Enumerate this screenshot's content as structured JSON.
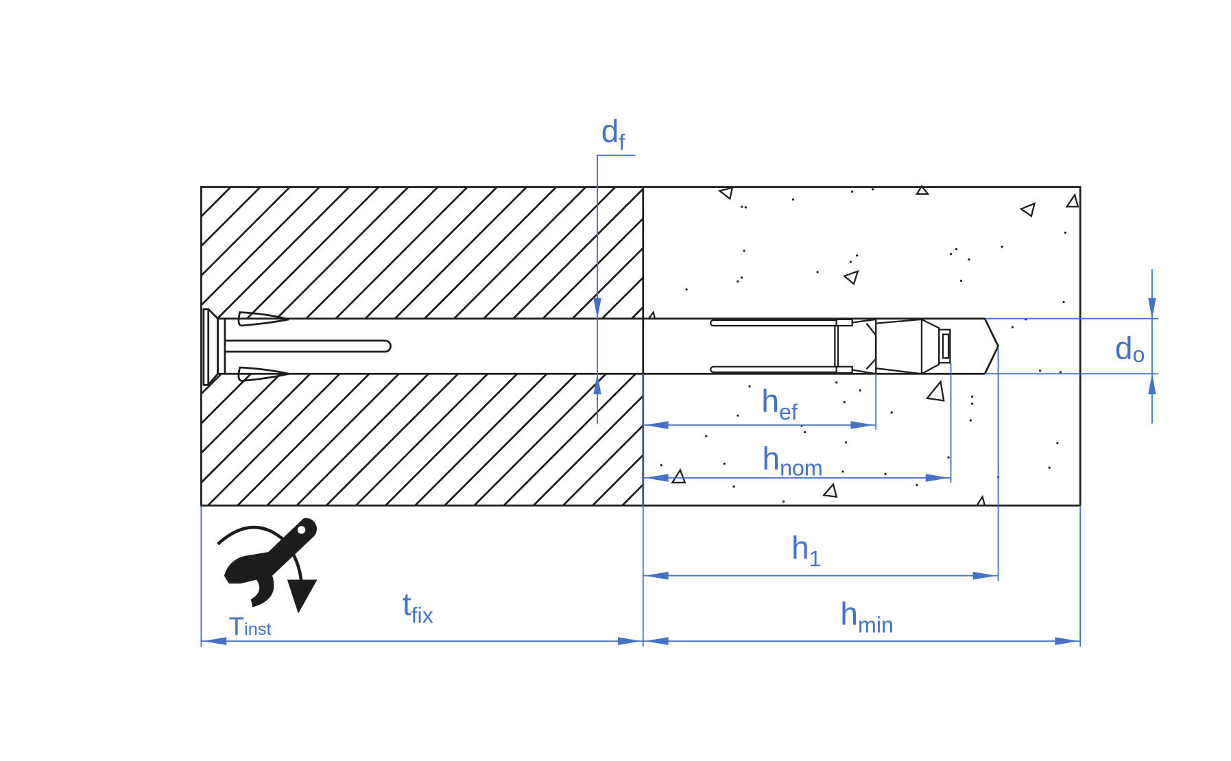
{
  "title": "Anchor installation diagram",
  "colors": {
    "dimension": "#4472c4",
    "outline": "#1d1d1b"
  },
  "labels": {
    "df": {
      "main": "d",
      "sub": "f"
    },
    "do": {
      "main": "d",
      "sub": "o"
    },
    "hef": {
      "main": "h",
      "sub": "ef"
    },
    "hnom": {
      "main": "h",
      "sub": "nom"
    },
    "h1": {
      "main": "h",
      "sub": "1"
    },
    "hmin": {
      "main": "h",
      "sub": "min"
    },
    "tfix": {
      "main": "t",
      "sub": "fix"
    },
    "tinst": {
      "main": "T",
      "sub": "inst"
    }
  },
  "icons": {
    "torque": "wrench-torque-icon"
  }
}
